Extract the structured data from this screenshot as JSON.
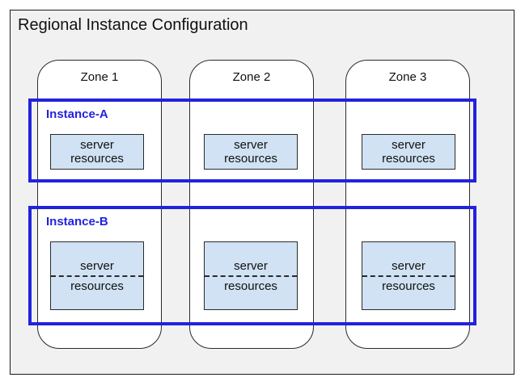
{
  "diagram": {
    "title": "Regional Instance Configuration"
  },
  "zones": [
    {
      "label": "Zone 1"
    },
    {
      "label": "Zone 2"
    },
    {
      "label": "Zone 3"
    }
  ],
  "instances": [
    {
      "label": "Instance-A",
      "server_boxes": [
        {
          "line1": "server",
          "line2": "resources",
          "split": false
        },
        {
          "line1": "server",
          "line2": "resources",
          "split": false
        },
        {
          "line1": "server",
          "line2": "resources",
          "split": false
        }
      ]
    },
    {
      "label": "Instance-B",
      "server_boxes": [
        {
          "line1": "server",
          "line2": "resources",
          "split": true
        },
        {
          "line1": "server",
          "line2": "resources",
          "split": true
        },
        {
          "line1": "server",
          "line2": "resources",
          "split": true
        }
      ]
    }
  ],
  "colors": {
    "instance_accent": "#2222dd",
    "server_box_fill": "#d0e2f3",
    "region_fill": "#f1f1f1",
    "border_color": "#2b2b2b"
  }
}
